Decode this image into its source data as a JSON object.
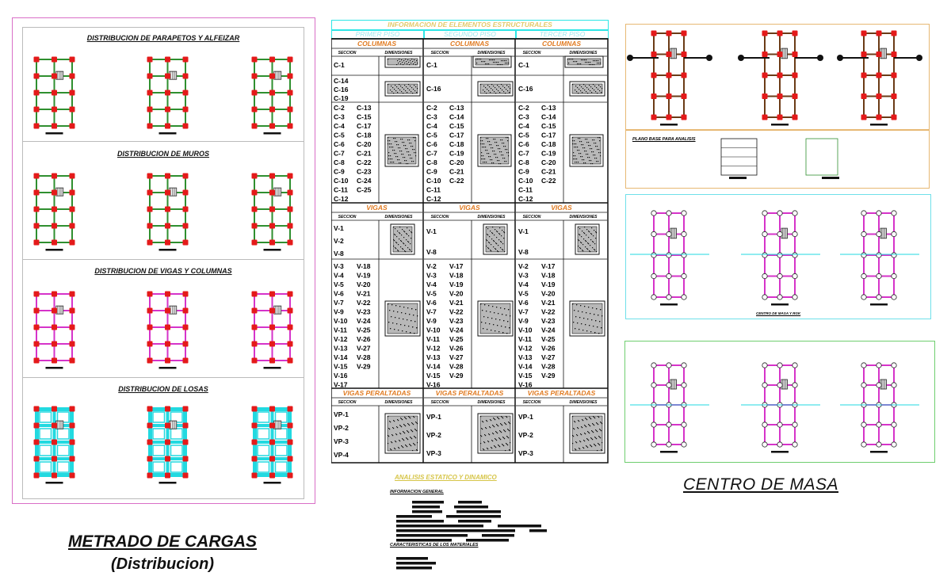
{
  "left_panel": {
    "sections": [
      {
        "title": "DISTRIBUCION DE PARAPETOS Y ALFEIZAR"
      },
      {
        "title": "DISTRIBUCION DE MUROS"
      },
      {
        "title": "DISTRIBUCION DE VIGAS Y COLUMNAS"
      },
      {
        "title": "DISTRIBUCION DE LOSAS"
      }
    ],
    "caption_line1": "METRADO DE CARGAS",
    "caption_line2": "(Distribucion)"
  },
  "table": {
    "title": "INFORMACION DE ELEMENTOS ESTRUCTURALES",
    "floors": [
      "PRIMER PISO",
      "SEGUNDO PISO",
      "TERCER PISO"
    ],
    "col_header_section": "SECCION",
    "col_header_dims": "DIMENSIONES",
    "groups": {
      "columnas": "COLUMNAS",
      "vigas": "VIGAS",
      "vigas_peraltadas": "VIGAS PERALTADAS"
    },
    "floor1": {
      "columnas": [
        "C-1",
        "C-14",
        "C-16",
        "C-19",
        "C-2",
        "C-13",
        "C-3",
        "C-15",
        "C-4",
        "C-17",
        "C-5",
        "C-18",
        "C-6",
        "C-20",
        "C-7",
        "C-21",
        "C-8",
        "C-22",
        "C-9",
        "C-23",
        "C-10",
        "C-24",
        "C-11",
        "C-25",
        "C-12"
      ],
      "vigas": [
        "V-1",
        "V-2",
        "V-8",
        "V-3",
        "V-18",
        "V-4",
        "V-19",
        "V-5",
        "V-20",
        "V-6",
        "V-21",
        "V-7",
        "V-22",
        "V-9",
        "V-23",
        "V-10",
        "V-24",
        "V-11",
        "V-25",
        "V-12",
        "V-26",
        "V-13",
        "V-27",
        "V-14",
        "V-28",
        "V-15",
        "V-29",
        "V-16",
        "V-17"
      ],
      "vp": [
        "VP-1",
        "VP-2",
        "VP-3",
        "VP-4"
      ]
    },
    "floor2": {
      "columnas": [
        "C-1",
        "C-16",
        "C-2",
        "C-13",
        "C-3",
        "C-14",
        "C-4",
        "C-15",
        "C-5",
        "C-17",
        "C-6",
        "C-18",
        "C-7",
        "C-19",
        "C-8",
        "C-20",
        "C-9",
        "C-21",
        "C-10",
        "C-22",
        "C-11",
        "C-12"
      ],
      "vigas": [
        "V-1",
        "V-8",
        "V-2",
        "V-17",
        "V-3",
        "V-18",
        "V-4",
        "V-19",
        "V-5",
        "V-20",
        "V-6",
        "V-21",
        "V-7",
        "V-22",
        "V-9",
        "V-23",
        "V-10",
        "V-24",
        "V-11",
        "V-25",
        "V-12",
        "V-26",
        "V-13",
        "V-27",
        "V-14",
        "V-28",
        "V-15",
        "V-29",
        "V-16"
      ],
      "vp": [
        "VP-1",
        "VP-2",
        "VP-3"
      ]
    },
    "floor3": {
      "columnas": [
        "C-1",
        "C-16",
        "C-2",
        "C-13",
        "C-3",
        "C-14",
        "C-4",
        "C-15",
        "C-5",
        "C-17",
        "C-6",
        "C-18",
        "C-7",
        "C-19",
        "C-8",
        "C-20",
        "C-9",
        "C-21",
        "C-10",
        "C-22",
        "C-11",
        "C-12"
      ],
      "vigas": [
        "V-1",
        "V-8",
        "V-2",
        "V-17",
        "V-3",
        "V-18",
        "V-4",
        "V-19",
        "V-5",
        "V-20",
        "V-6",
        "V-21",
        "V-7",
        "V-22",
        "V-9",
        "V-23",
        "V-10",
        "V-24",
        "V-11",
        "V-25",
        "V-12",
        "V-26",
        "V-13",
        "V-27",
        "V-14",
        "V-28",
        "V-15",
        "V-29",
        "V-16"
      ],
      "vp": [
        "VP-1",
        "VP-2",
        "VP-3"
      ]
    }
  },
  "analysis": {
    "title": "ANALISIS ESTATICO Y DINAMICO",
    "general": "INFORMACION GENERAL",
    "materials": "CARACTERISTICAS DE LOS MATERIALES"
  },
  "right_panel": {
    "plano_base": "PLANO BASE PARA ANALISIS",
    "centro_masa_label": "CENTRO DE MASA Y RGK",
    "caption": "CENTRO DE MASA"
  },
  "colors": {
    "left_border": "#d96fc7",
    "table_cyan": "#2ee6e6",
    "header_orange": "#e07b22",
    "right_orange_border": "#e7b873",
    "right_cyan_border": "#6fe0ea",
    "right_green_border": "#6fce6f"
  }
}
